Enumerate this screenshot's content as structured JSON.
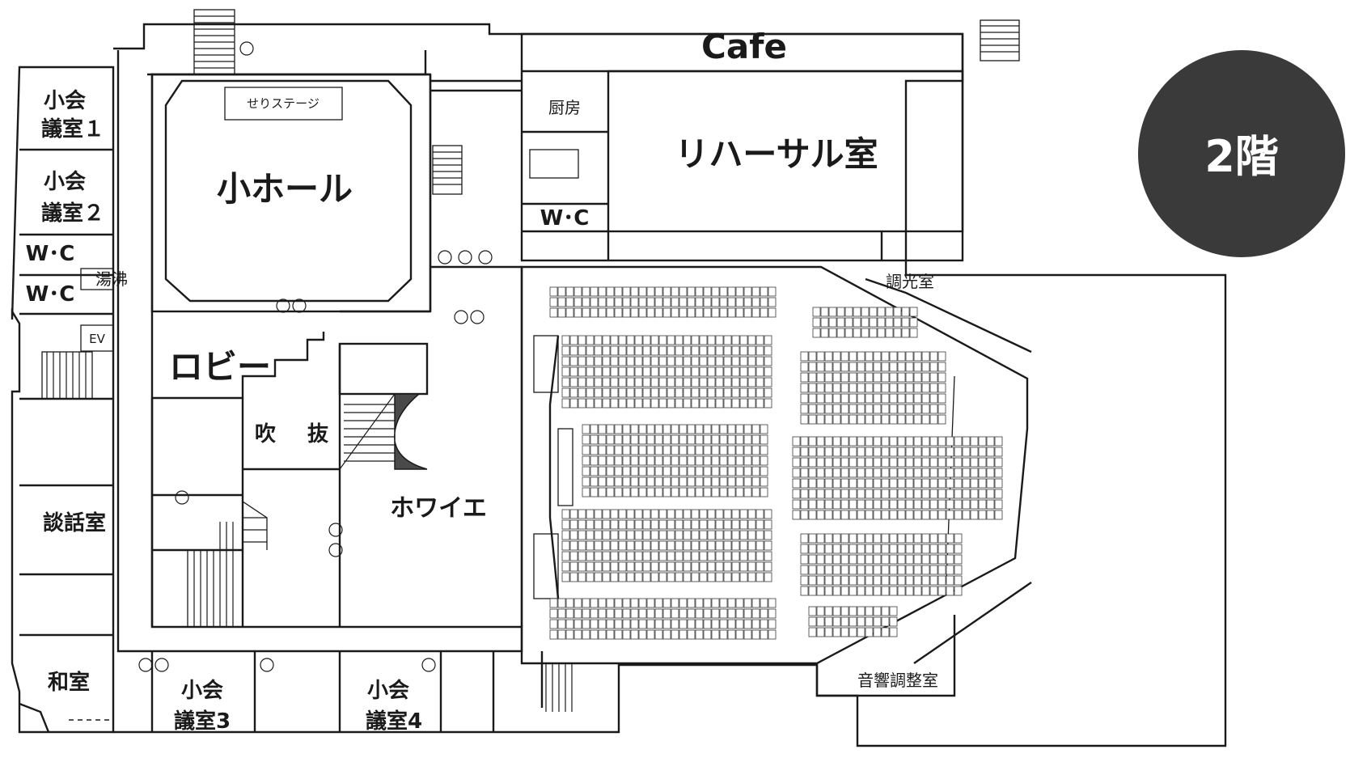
{
  "floor_badge": {
    "label": "2階",
    "color": "#3a3a3a"
  },
  "rooms": {
    "cafe": "Cafe",
    "rehearsal": "リハーサル室",
    "kitchen": "厨房",
    "small_hall": "小ホール",
    "seri_stage": "せりステージ",
    "lobby": "ロビー",
    "fukinuke_1": "吹",
    "fukinuke_2": "抜",
    "foyer": "ホワイエ",
    "meeting_1_a": "小会",
    "meeting_1_b": "議室１",
    "meeting_2_a": "小会",
    "meeting_2_b": "議室２",
    "meeting_3_a": "小会",
    "meeting_3_b": "議室3",
    "meeting_4_a": "小会",
    "meeting_4_b": "議室4",
    "wc_1": "W･C",
    "wc_2": "W･C",
    "wc_3": "W･C",
    "yuwakashi": "湯沸",
    "ev": "EV",
    "danwa": "談話室",
    "washitsu": "和室",
    "choukou": "調光室",
    "onkyo": "音響調整室"
  }
}
